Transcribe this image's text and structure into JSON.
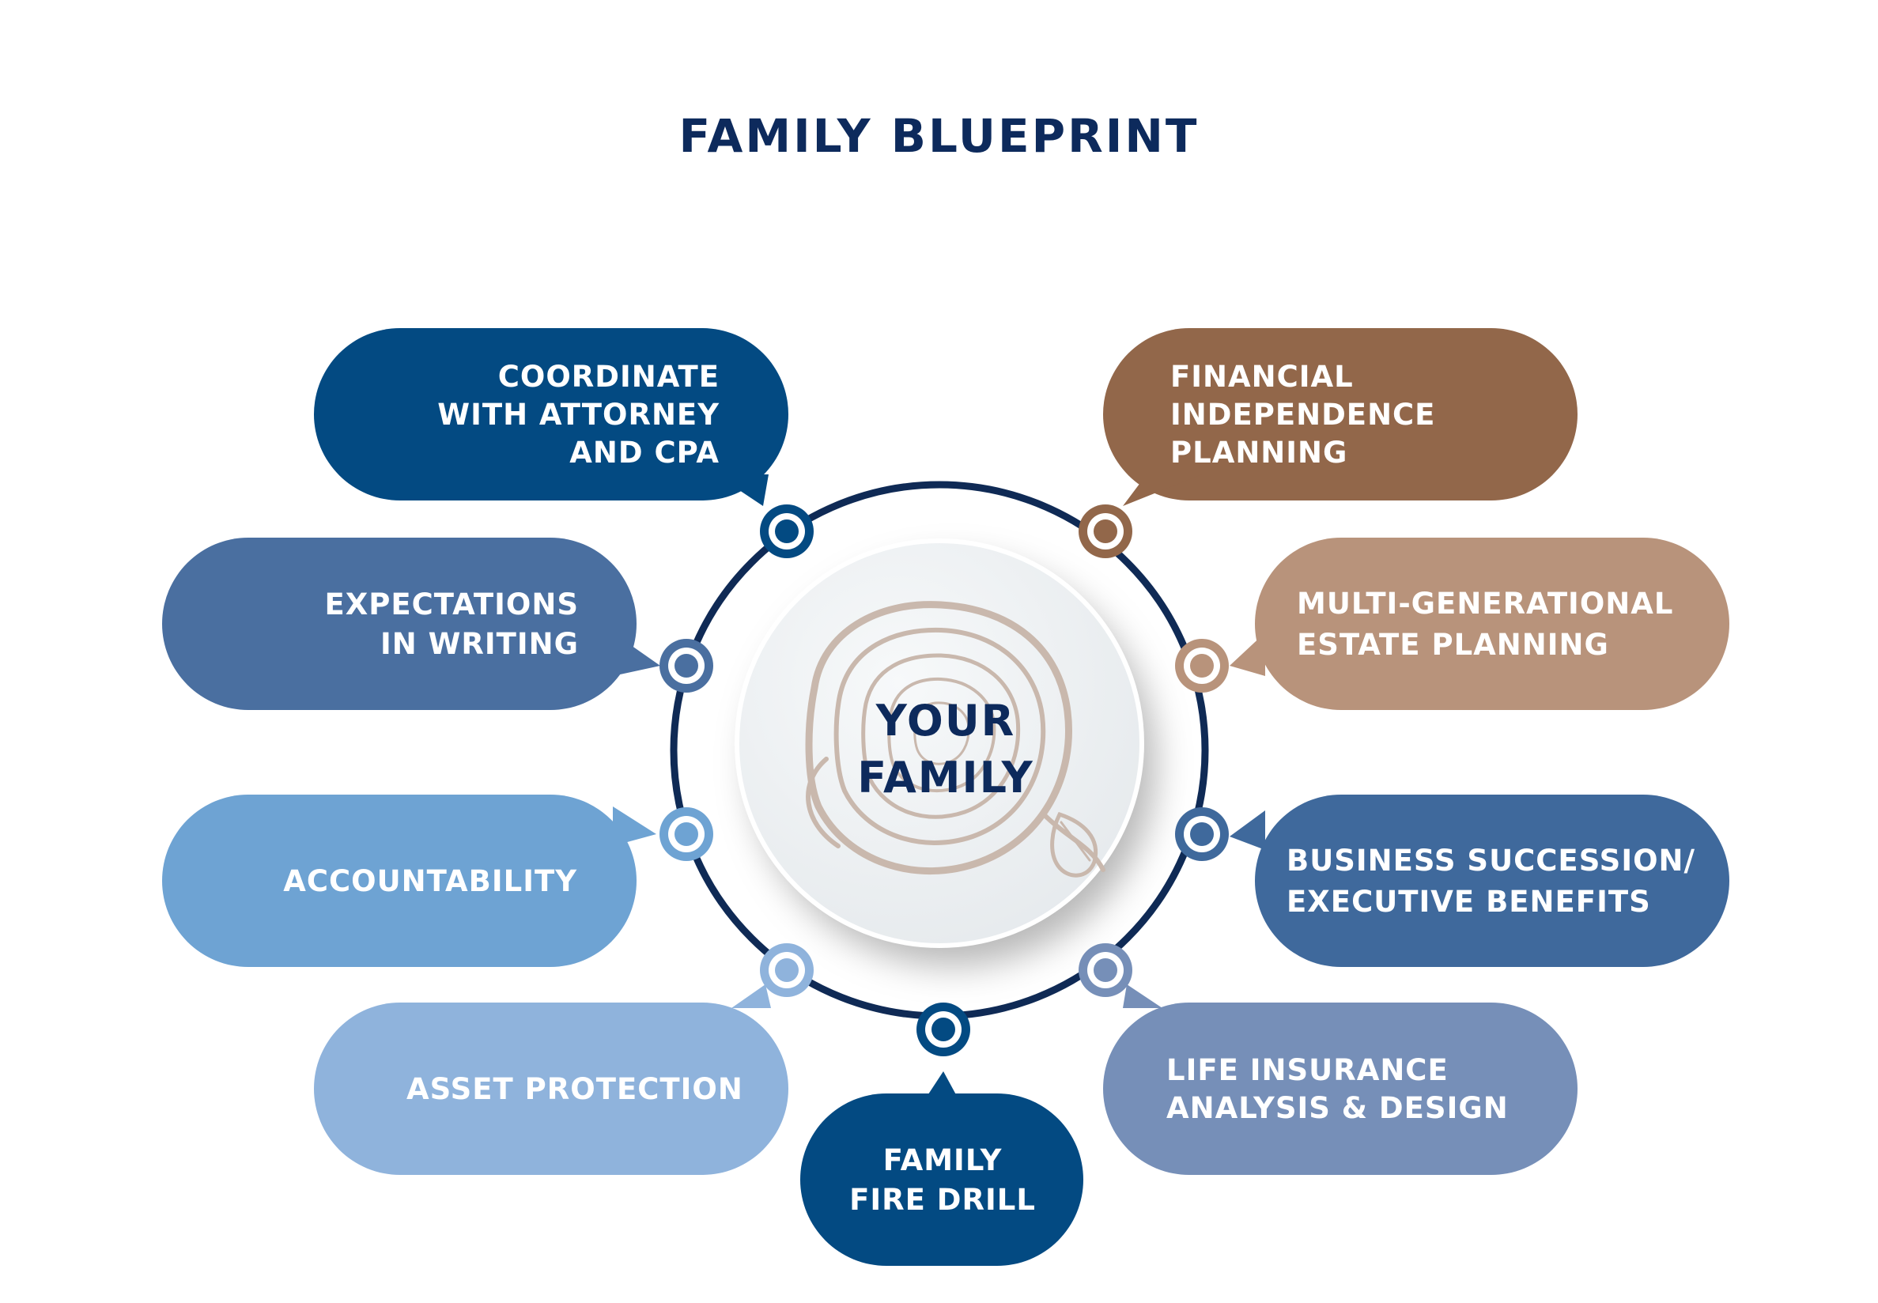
{
  "title": "FAMILY BLUEPRINT",
  "center": {
    "lines": [
      "YOUR",
      "FAMILY"
    ]
  },
  "colors": {
    "ring": "#0f2a55",
    "title": "#0d2a5c",
    "navy": "#034a82",
    "steel": "#4a6fa0",
    "light_blue": "#6ea3d3",
    "pale_blue": "#8fb3dc",
    "slate": "#3f699c",
    "periwinkle": "#768fb8",
    "brown": "#92674a",
    "tan": "#b8937b"
  },
  "items": [
    {
      "id": "coordinate",
      "lines": [
        "COORDINATE",
        "WITH ATTORNEY",
        "AND CPA"
      ],
      "color": "#034a82"
    },
    {
      "id": "expectations",
      "lines": [
        "EXPECTATIONS",
        "IN WRITING"
      ],
      "color": "#4a6fa0"
    },
    {
      "id": "accountability",
      "lines": [
        "ACCOUNTABILITY"
      ],
      "color": "#6ea3d3"
    },
    {
      "id": "asset-protection",
      "lines": [
        "ASSET PROTECTION"
      ],
      "color": "#8fb3dc"
    },
    {
      "id": "fire-drill",
      "lines": [
        "FAMILY",
        "FIRE DRILL"
      ],
      "color": "#034a82"
    },
    {
      "id": "life-insurance",
      "lines": [
        "LIFE INSURANCE",
        "ANALYSIS & DESIGN"
      ],
      "color": "#768fb8"
    },
    {
      "id": "business-succession",
      "lines": [
        "BUSINESS SUCCESSION/",
        "EXECUTIVE BENEFITS"
      ],
      "color": "#3f699c"
    },
    {
      "id": "estate-planning",
      "lines": [
        "MULTI-GENERATIONAL",
        "ESTATE PLANNING"
      ],
      "color": "#b8937b"
    },
    {
      "id": "financial-independence",
      "lines": [
        "FINANCIAL",
        "INDEPENDENCE",
        "PLANNING"
      ],
      "color": "#92674a"
    }
  ]
}
